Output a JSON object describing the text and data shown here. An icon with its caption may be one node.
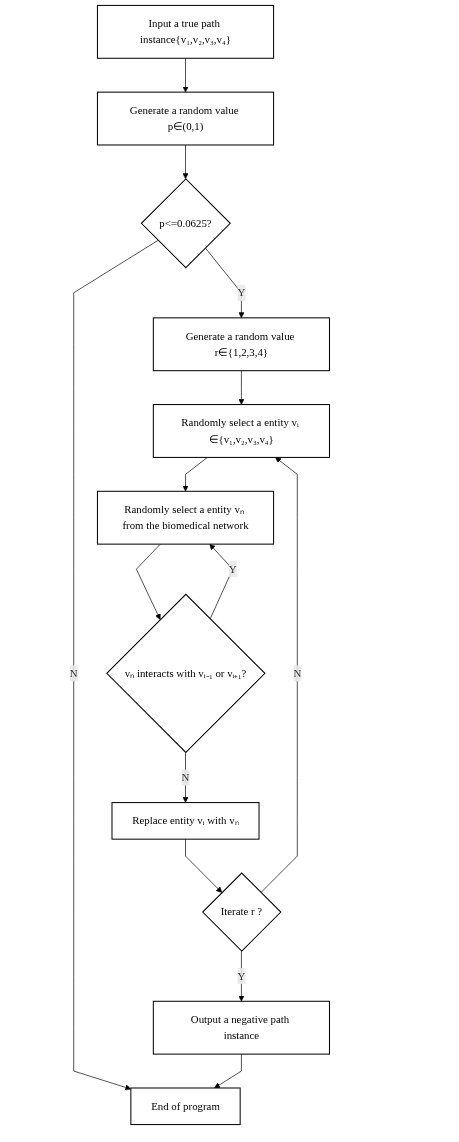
{
  "diagram": {
    "nodes": [
      {
        "text": [
          "Input a true path instance{v₁,v₂,v₃,v₄}"
        ]
      },
      {
        "text": [
          "Generate a random value p∈(0,1)"
        ]
      },
      {
        "text": [
          "p<=0.0625?"
        ]
      },
      {
        "text": [
          "Generate a random value r∈{1,2,3,4}"
        ]
      },
      {
        "text": [
          "Randomly select a entity vᵢ ∈{v₁,v₂,v₃,v₄}"
        ]
      },
      {
        "text": [
          "Randomly select a entity vₙ from the biomedical network"
        ]
      },
      {
        "text": [
          "vₙ interacts with vᵢ₋₁ or vᵢ₊₁?"
        ]
      },
      {
        "text": [
          "Replace entity vᵢ with vₙ"
        ]
      },
      {
        "text": [
          "Iterate r ?"
        ]
      },
      {
        "text": [
          "Output a negative path instance"
        ]
      },
      {
        "text": [
          "End of program"
        ]
      }
    ],
    "edges": [
      {
        "from": 0,
        "to": 1,
        "arrow": "to"
      },
      {
        "from": 1,
        "to": 2,
        "arrow": "to"
      },
      {
        "from": 2,
        "to": 3,
        "arrow": "to",
        "label": "Y"
      },
      {
        "from": 2,
        "to": 10,
        "arrow": "to",
        "label": "N"
      },
      {
        "from": 3,
        "to": 4,
        "arrow": "to"
      },
      {
        "from": 4,
        "to": 5,
        "arrow": "to"
      },
      {
        "from": 5,
        "to": 6,
        "arrow": "to"
      },
      {
        "from": 6,
        "to": 5,
        "arrow": "to",
        "label": "Y"
      },
      {
        "from": 6,
        "to": 7,
        "arrow": "to",
        "label": "N"
      },
      {
        "from": 7,
        "to": 8,
        "arrow": "to"
      },
      {
        "from": 8,
        "to": 4,
        "arrow": "to",
        "label": "N"
      },
      {
        "from": 8,
        "to": 9,
        "arrow": "to",
        "label": "Y"
      },
      {
        "from": 9,
        "to": 10,
        "arrow": "to"
      }
    ]
  }
}
